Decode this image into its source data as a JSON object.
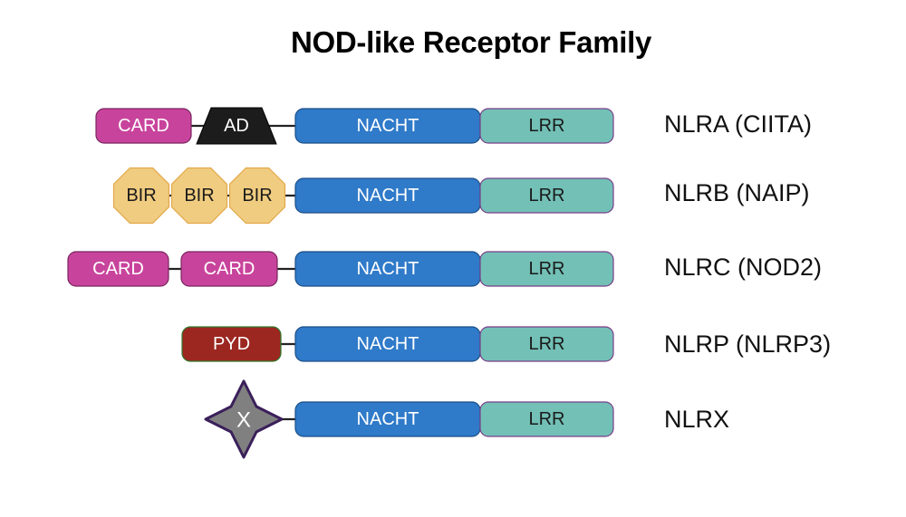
{
  "title": "NOD-like Receptor Family",
  "colors": {
    "card": "#c8449c",
    "ad": "#1c1c1c",
    "nacht": "#2f7ac9",
    "lrr": "#72c0b6",
    "bir": "#f0cc80",
    "pyd": "#9c2620",
    "x": "#808080",
    "connector": "#222222"
  },
  "rows": [
    {
      "label": "NLRA (CIITA)",
      "domains": [
        {
          "type": "card",
          "text": "CARD"
        },
        {
          "type": "ad",
          "text": "AD"
        },
        {
          "type": "nacht",
          "text": "NACHT"
        },
        {
          "type": "lrr",
          "text": "LRR"
        }
      ]
    },
    {
      "label": "NLRB (NAIP)",
      "domains": [
        {
          "type": "bir",
          "text": "BIR"
        },
        {
          "type": "bir",
          "text": "BIR"
        },
        {
          "type": "bir",
          "text": "BIR"
        },
        {
          "type": "nacht",
          "text": "NACHT"
        },
        {
          "type": "lrr",
          "text": "LRR"
        }
      ]
    },
    {
      "label": "NLRC (NOD2)",
      "domains": [
        {
          "type": "card",
          "text": "CARD"
        },
        {
          "type": "card",
          "text": "CARD"
        },
        {
          "type": "nacht",
          "text": "NACHT"
        },
        {
          "type": "lrr",
          "text": "LRR"
        }
      ]
    },
    {
      "label": "NLRP (NLRP3)",
      "domains": [
        {
          "type": "pyd",
          "text": "PYD"
        },
        {
          "type": "nacht",
          "text": "NACHT"
        },
        {
          "type": "lrr",
          "text": "LRR"
        }
      ]
    },
    {
      "label": "NLRX",
      "domains": [
        {
          "type": "x",
          "text": "X"
        },
        {
          "type": "nacht",
          "text": "NACHT"
        },
        {
          "type": "lrr",
          "text": "LRR"
        }
      ]
    }
  ]
}
